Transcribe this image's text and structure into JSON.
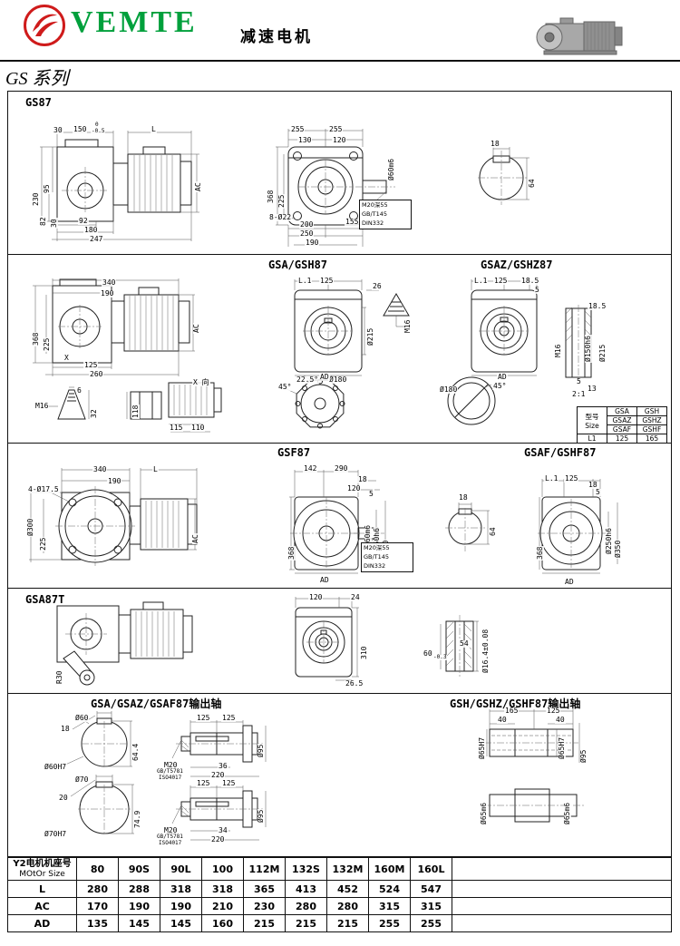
{
  "header": {
    "brand": "VEMTE",
    "doc_title": "减速电机",
    "series": "GS 系列"
  },
  "p1": {
    "title": "GS87",
    "l": {
      "top30": "30",
      "d150": "150",
      "tol_top": "0",
      "tol_bot": "-0.5",
      "dL": "L",
      "v230": "230",
      "v95": "95",
      "v82": "82",
      "v30": "30",
      "b92": "92",
      "b180": "180",
      "b247": "247",
      "ac": "AC",
      "f255a": "255",
      "f255b": "255",
      "f130": "130",
      "f120": "120",
      "shaft": "Ø60m6",
      "v368": "368",
      "v225": "225",
      "bolt": "8-Ø22",
      "b200": "200",
      "b155": "155",
      "b250": "250",
      "b190": "190",
      "n1": "M20深55",
      "n2": "GB/T145",
      "n3": "DIN332",
      "k18": "18",
      "k64": "64"
    }
  },
  "p2": {
    "title_left": "GSA/GSH87",
    "title_right": "GSAZ/GSHZ87",
    "l": {
      "d340": "340",
      "d190": "190",
      "v368": "368",
      "v225": "225",
      "b125": "125",
      "b260": "260",
      "xm": "X",
      "ac": "AC",
      "m16": "M16",
      "d6": "6",
      "d32": "32",
      "d118": "118",
      "d115": "115",
      "d110": "110",
      "xview": "X 向",
      "a45": "45°",
      "a225": "22.5°",
      "dia180a": "Ø180",
      "dia180b": "Ø180",
      "a45b": "45°",
      "l1a": "L.1",
      "c125a": "125",
      "d26": "26",
      "m16b": "M16",
      "dia215a": "Ø215",
      "ada": "AD",
      "l1b": "L.1",
      "c125b": "125",
      "d185a": "18.5",
      "d5a": "5",
      "adb": "AD",
      "d185b": "18.5",
      "m16c": "M16",
      "dia150": "Ø150h6",
      "dia215b": "Ø215",
      "d5b": "5",
      "d13": "13",
      "scale": "2:1"
    },
    "size_table": {
      "h1": "型号",
      "h2": "Size",
      "rows": [
        [
          "GSA",
          "GSH"
        ],
        [
          "GSAZ",
          "GSHZ"
        ],
        [
          "GSAF",
          "GSHF"
        ]
      ],
      "l1_label": "L1",
      "l1a": "125",
      "l1b": "165"
    }
  },
  "p3": {
    "title_left": "GSF87",
    "title_right": "GSAF/GSHF87",
    "l": {
      "d340": "340",
      "dL": "L",
      "d190": "190",
      "bolt": "4-Ø17.5",
      "dia300": "Ø300",
      "v225": "225",
      "ac": "AC",
      "d142": "142",
      "d290": "290",
      "d18": "18",
      "d120": "120",
      "d5": "5",
      "shaft": "Ø60m6",
      "spigot": "Ø250h6",
      "flange": "Ø350",
      "v368": "368",
      "ad": "AD",
      "n1": "M20深55",
      "n2": "GB/T145",
      "n3": "DIN332",
      "k18": "18",
      "k64": "64",
      "l1": "L.1",
      "c125": "125",
      "d18b": "18",
      "d5b": "5",
      "spigot2": "Ø250h6",
      "flange2": "Ø350",
      "v368b": "368",
      "adb": "AD"
    }
  },
  "p4": {
    "title": "GSA87T",
    "l": {
      "r30": "R30",
      "d120": "120",
      "d24": "24",
      "v310": "310",
      "d265": "26.5",
      "d54": "54",
      "d60": "60",
      "d60tol": "-0.3",
      "dia164": "Ø16.4±0.08"
    }
  },
  "p5": {
    "title_left": "GSA/GSAZ/GSAF87输出轴",
    "title_right": "GSH/GSHZ/GSHF87输出轴",
    "l": {
      "dia60": "Ø60",
      "k18": "18",
      "k644": "64.4",
      "b60": "Ø60H7",
      "dia70": "Ø70",
      "k20": "20",
      "k749": "74.9",
      "b70": "Ø70H7",
      "s1_125a": "125",
      "s1_125b": "125",
      "s1_m20": "M20",
      "s1_std1": "GB/T5781",
      "s1_std2": "ISO4017",
      "s1_36": "36",
      "s1_220": "220",
      "s1_d95": "Ø95",
      "s2_125a": "125",
      "s2_125b": "125",
      "s2_m20": "M20",
      "s2_std1": "GB/T5781",
      "s2_std2": "ISO4017",
      "s2_34": "34",
      "s2_220": "220",
      "s2_d95": "Ø95",
      "h165": "165",
      "h125": "125",
      "h40a": "40",
      "h40b": "40",
      "hb1": "Ø65H7",
      "hb2": "Ø65H7",
      "h95": "Ø95",
      "hm1": "Ø65m6",
      "hm2": "Ø65m6"
    }
  },
  "motor_table": {
    "header_cn": "Y2电机机座号",
    "header_en": "MOtOr Size",
    "columns": [
      "80",
      "90S",
      "90L",
      "100",
      "112M",
      "132S",
      "132M",
      "160M",
      "160L"
    ],
    "rows": [
      {
        "label": "L",
        "values": [
          "280",
          "288",
          "318",
          "318",
          "365",
          "413",
          "452",
          "524",
          "547"
        ]
      },
      {
        "label": "AC",
        "values": [
          "170",
          "190",
          "190",
          "210",
          "230",
          "280",
          "280",
          "315",
          "315"
        ]
      },
      {
        "label": "AD",
        "values": [
          "135",
          "145",
          "145",
          "160",
          "215",
          "215",
          "215",
          "255",
          "255"
        ]
      }
    ]
  }
}
